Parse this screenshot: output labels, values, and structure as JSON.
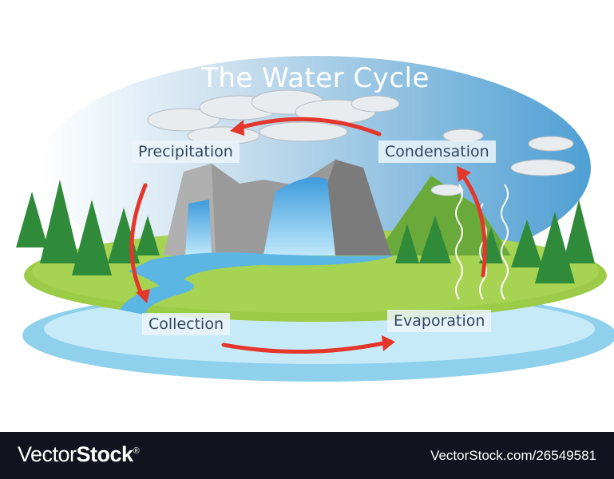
{
  "title": "The Water Cycle",
  "labels": {
    "precipitation": "Precipitation",
    "condensation": "Condensation",
    "collection": "Collection",
    "evaporation": "Evaporation"
  },
  "footer": {
    "brand_light": "Vector",
    "brand_bold": "Stock",
    "registered": "®",
    "stock_id": "VectorStock.com/26549581"
  },
  "colors": {
    "arrow": "#e4362b",
    "sky": "#5ba8d8",
    "grass": "#9fcf4a",
    "water": "#9fd8ef",
    "footer": "#13131f"
  }
}
